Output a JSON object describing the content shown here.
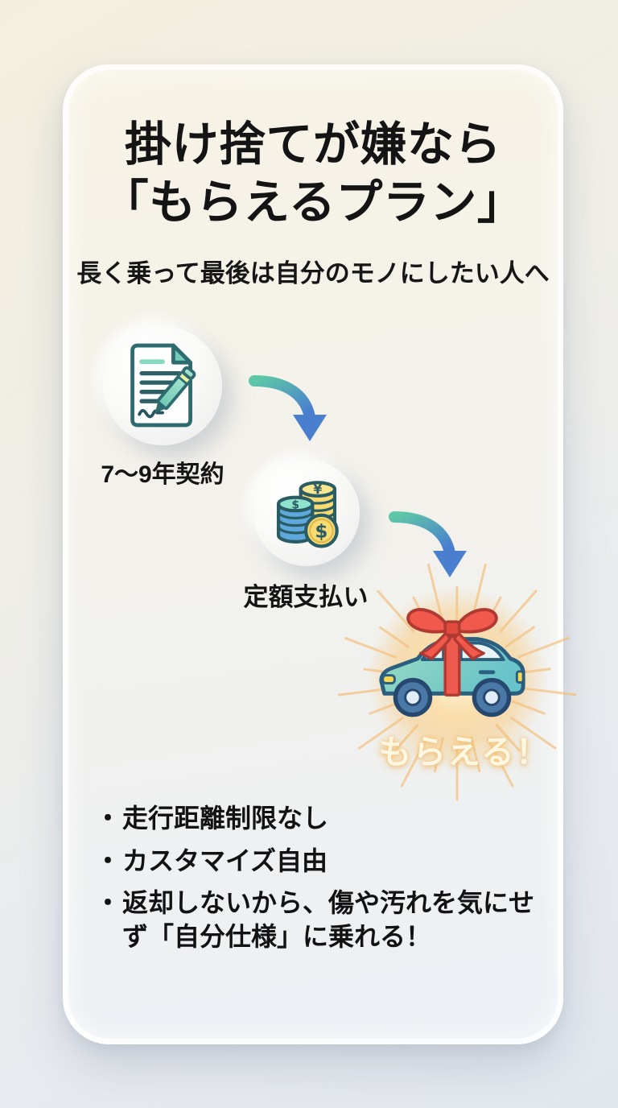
{
  "card": {
    "title_line1": "掛け捨てが嫌なら",
    "title_line2": "「もらえるプラン」",
    "subtitle": "長く乗って最後は自分のモノにしたい人へ"
  },
  "flow": {
    "step1": {
      "label": "7〜9年契約",
      "icon": "contract-document-icon"
    },
    "step2": {
      "label": "定額支払い",
      "icon": "coins-icon"
    },
    "reward": {
      "label": "もらえる！",
      "icon": "gift-car-icon"
    },
    "arrow": {
      "icon": "curved-arrow-icon",
      "gradient_start": "#5ec7a6",
      "gradient_end": "#4a7fd0"
    },
    "coin_symbols": {
      "yen": "¥",
      "dollar": "$"
    }
  },
  "benefits": {
    "bullet": "・",
    "items": [
      "走行距離制限なし",
      "カスタマイズ自由",
      "返却しないから、傷や汚れを気にせず「自分仕様」に乗れる！"
    ]
  },
  "colors": {
    "background_top_left": "#f3eedd",
    "background_bottom_right": "#e2e7ee",
    "card_top": "#f7f3e5",
    "card_bottom": "#ecf0f5",
    "title_text": "#141414",
    "arrow_start": "#5ec7a6",
    "arrow_end": "#4a7fd0",
    "glow_orange": "#f7cf8e",
    "ribbon_red": "#f0594b",
    "car_teal": "#7fccc4",
    "reward_text": "#fff7e2"
  }
}
